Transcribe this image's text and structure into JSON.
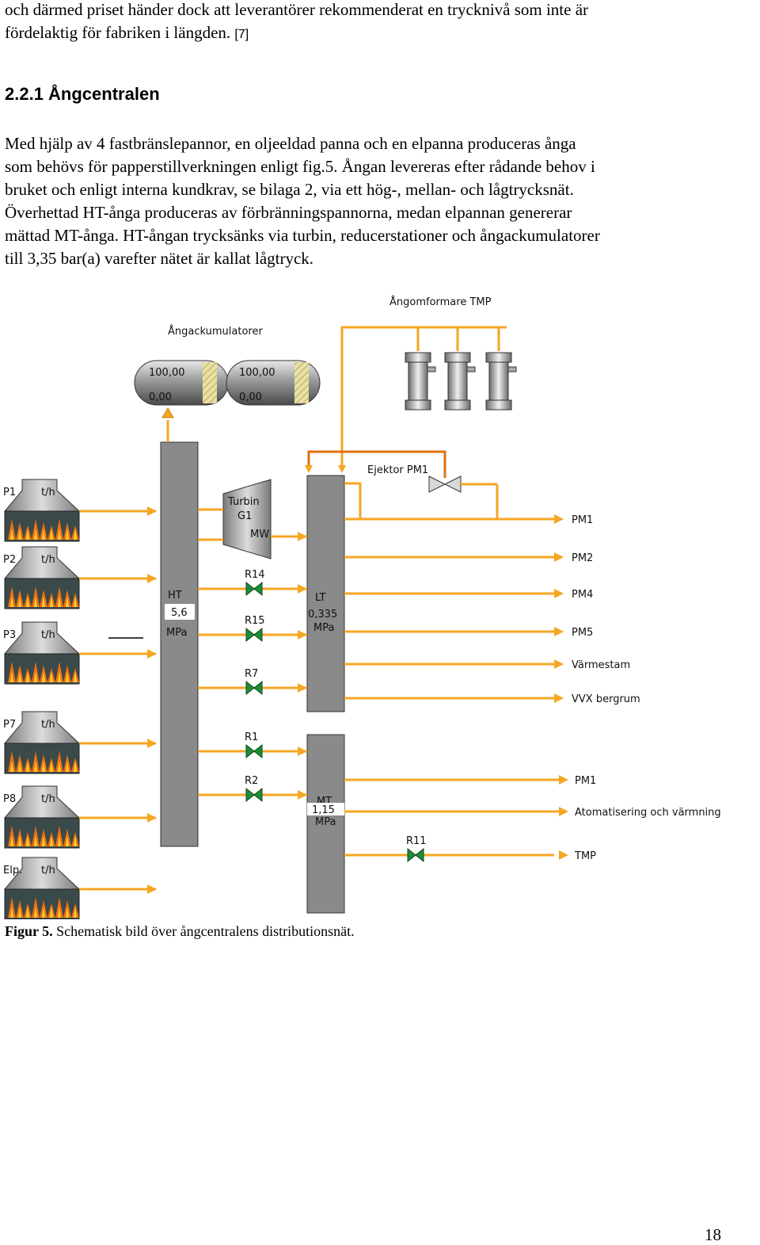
{
  "intro": {
    "line1": "och därmed priset händer dock att leverantörer rekommenderat en trycknivå som inte är",
    "line2": "fördelaktig för fabriken i längden.",
    "ref": "[7]"
  },
  "section": {
    "heading": "2.2.1 Ångcentralen"
  },
  "body": {
    "lines": [
      "Med hjälp av 4 fastbränslepannor, en oljeeldad panna och en elpanna produceras ånga",
      "som behövs för papperstillverkningen enligt fig.5. Ångan levereras efter rådande behov i",
      "bruket och enligt interna kundkrav, se bilaga 2, via ett hög-, mellan- och lågtrycksnät.",
      "Överhettad HT-ånga produceras av förbränningspannorna, medan elpannan genererar",
      "mättad MT-ånga. HT-ångan trycksänks via turbin, reducerstationer och ångackumulatorer",
      "till 3,35 bar(a) varefter nätet är kallat lågtryck."
    ]
  },
  "figure": {
    "accumulators_label": "Ångackumulatorer",
    "accumulators": [
      {
        "top": "100,00",
        "bottom": "0,00"
      },
      {
        "top": "100,00",
        "bottom": "0,00"
      }
    ],
    "converters_label": "Ångomformare TMP",
    "ejector_label": "Ejektor PM1",
    "turbine": {
      "line1": "Turbin",
      "line2": "G1",
      "line3": "MW"
    },
    "boilers": [
      {
        "name": "P1",
        "unit": "t/h"
      },
      {
        "name": "P2",
        "unit": "t/h"
      },
      {
        "name": "P3",
        "unit": "t/h"
      },
      {
        "name": "P7",
        "unit": "t/h"
      },
      {
        "name": "P8",
        "unit": "t/h"
      },
      {
        "name": "Elp.",
        "unit": "t/h"
      }
    ],
    "headers": {
      "ht": {
        "name": "HT",
        "value": "5,6",
        "unit": "MPa"
      },
      "lt": {
        "name": "LT",
        "value": "0,335",
        "unit": "MPa"
      },
      "mt": {
        "name": "MT",
        "value": "1,15",
        "unit": "MPa"
      }
    },
    "valves": [
      "R14",
      "R15",
      "R7",
      "R1",
      "R2",
      "R11"
    ],
    "lt_consumers": [
      "PM1",
      "PM2",
      "PM4",
      "PM5",
      "Värmestam",
      "VVX bergrum"
    ],
    "mt_consumers": [
      "PM1",
      "Atomatisering och värmning",
      "TMP"
    ]
  },
  "caption": {
    "label": "Figur 5.",
    "text": "Schematisk bild över ångcentralens distributionsnät."
  },
  "page_number": "18",
  "colors": {
    "pipe": "#f5a623",
    "header_gray": "#8a8a8a",
    "valve_green": "#1e8c3a",
    "flame": "#f07010"
  }
}
